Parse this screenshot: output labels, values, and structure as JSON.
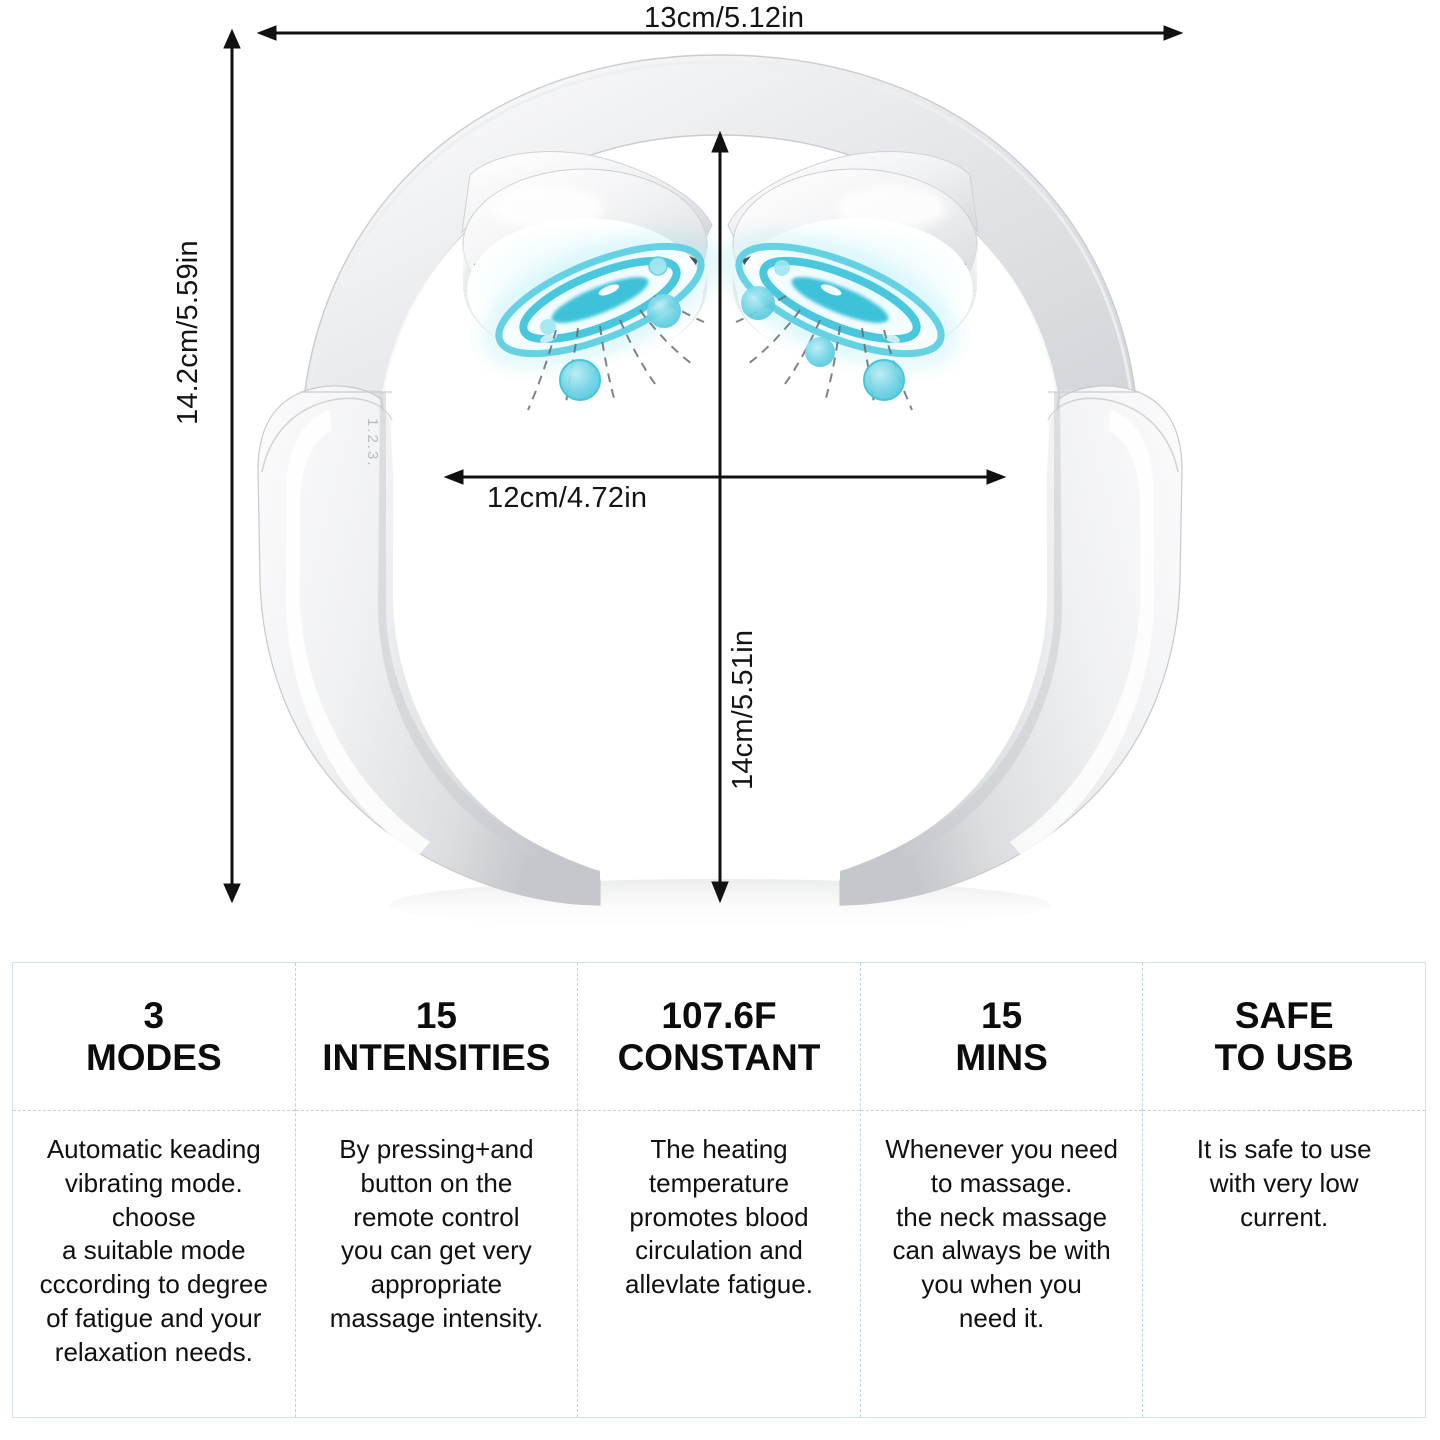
{
  "product": {
    "name": "neck-massager",
    "colors": {
      "body_light": "#f4f5f7",
      "body_mid": "#d8dadd",
      "body_shadow": "#b9bcc0",
      "chrome_dark": "#3a3c40",
      "accent_cyan": "#45c9de",
      "accent_cyan_light": "#8fe3ef",
      "line_black": "#111111",
      "table_border": "#cfe2ea",
      "table_divider": "#b9d4e0"
    },
    "arm_engraving": "1.2.3."
  },
  "dimensions": {
    "top_width": "13cm/5.12in",
    "inner_width": "12cm/4.72in",
    "overall_height": "14.2cm/5.59in",
    "inner_height": "14cm/5.51in"
  },
  "spec_table": {
    "columns": [
      {
        "num": "3",
        "unit": "MODES",
        "desc": "Automatic keading\nvibrating mode.\nchoose\na suitable mode\ncccording to degree\nof fatigue and your\nrelaxation needs."
      },
      {
        "num": "15",
        "unit": "INTENSITIES",
        "desc": "By pressing+and\nbutton on the\nremote control\nyou can get very\nappropriate\nmassage intensity."
      },
      {
        "num": "107.6F",
        "unit": "CONSTANT",
        "desc": "The heating\ntemperature\npromotes blood\ncirculation and\nallevlate fatigue."
      },
      {
        "num": "15",
        "unit": "MINS",
        "desc": "Whenever you need\nto massage.\nthe neck massage\ncan always be with\nyou when you\nneed it."
      },
      {
        "num": "SAFE",
        "unit": "TO USB",
        "desc": "It is safe to use\nwith very low\ncurrent."
      }
    ]
  }
}
